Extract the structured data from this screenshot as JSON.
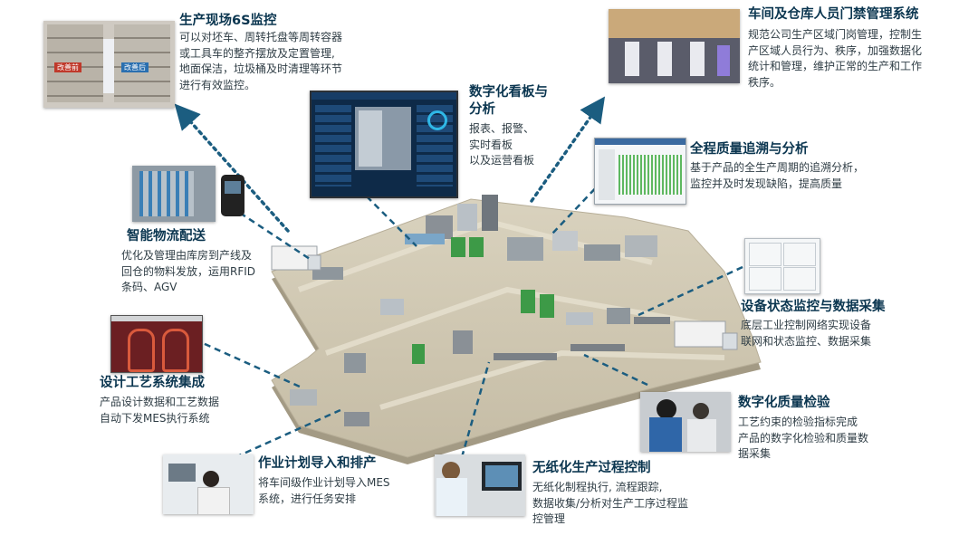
{
  "colors": {
    "connector": "#1b5d80",
    "title": "#0b3650",
    "text": "#2f3d45",
    "floor": "#cfc7b2",
    "floor_edge": "#a39a84"
  },
  "callouts": {
    "s6": {
      "title": "生产现场6S监控",
      "lines": [
        "可以对坯车、周转托盘等周转容器",
        "或工具车的整齐摆放及定置管理,",
        "地面保洁，垃圾桶及时清理等环节",
        "进行有效监控。"
      ]
    },
    "kanban": {
      "title": [
        "数字化看板与",
        "分析"
      ],
      "lines": [
        "报表、报警、",
        "实时看板",
        "以及运营看板"
      ]
    },
    "access": {
      "title": "车间及仓库人员门禁管理系统",
      "lines": [
        "规范公司生产区域门岗管理，控制生",
        "产区域人员行为、秩序，加强数据化",
        "统计和管理，维护正常的生产和工作",
        "秩序。"
      ]
    },
    "quality_trace": {
      "title": "全程质量追溯与分析",
      "lines": [
        "基于产品的全生产周期的追溯分析，",
        "监控并及时发现缺陷，提高质量"
      ]
    },
    "logistics": {
      "title": "智能物流配送",
      "lines": [
        "优化及管理由库房到产线及",
        "回仓的物料发放，运用RFID",
        "条码、AGV"
      ]
    },
    "equipment": {
      "title": "设备状态监控与数据采集",
      "lines": [
        "底层工业控制网络实现设备",
        "联网和状态监控、数据采集"
      ]
    },
    "design": {
      "title": "设计工艺系统集成",
      "lines": [
        "产品设计数据和工艺数据",
        "自动下发MES执行系统"
      ]
    },
    "inspection": {
      "title": "数字化质量检验",
      "lines": [
        "工艺约束的检验指标完成",
        "产品的数字化检验和质量数",
        "据采集"
      ]
    },
    "planning": {
      "title": "作业计划导入和排产",
      "lines": [
        "将车间级作业计划导入MES",
        "系统，进行任务安排"
      ]
    },
    "paperless": {
      "title": "无纸化生产过程控制",
      "lines": [
        "无纸化制程执行, 流程跟踪,",
        "数据收集/分析对生产工序过程监",
        "控管理"
      ]
    }
  },
  "photo_labels": {
    "before": "改善前",
    "after": "改善后"
  }
}
